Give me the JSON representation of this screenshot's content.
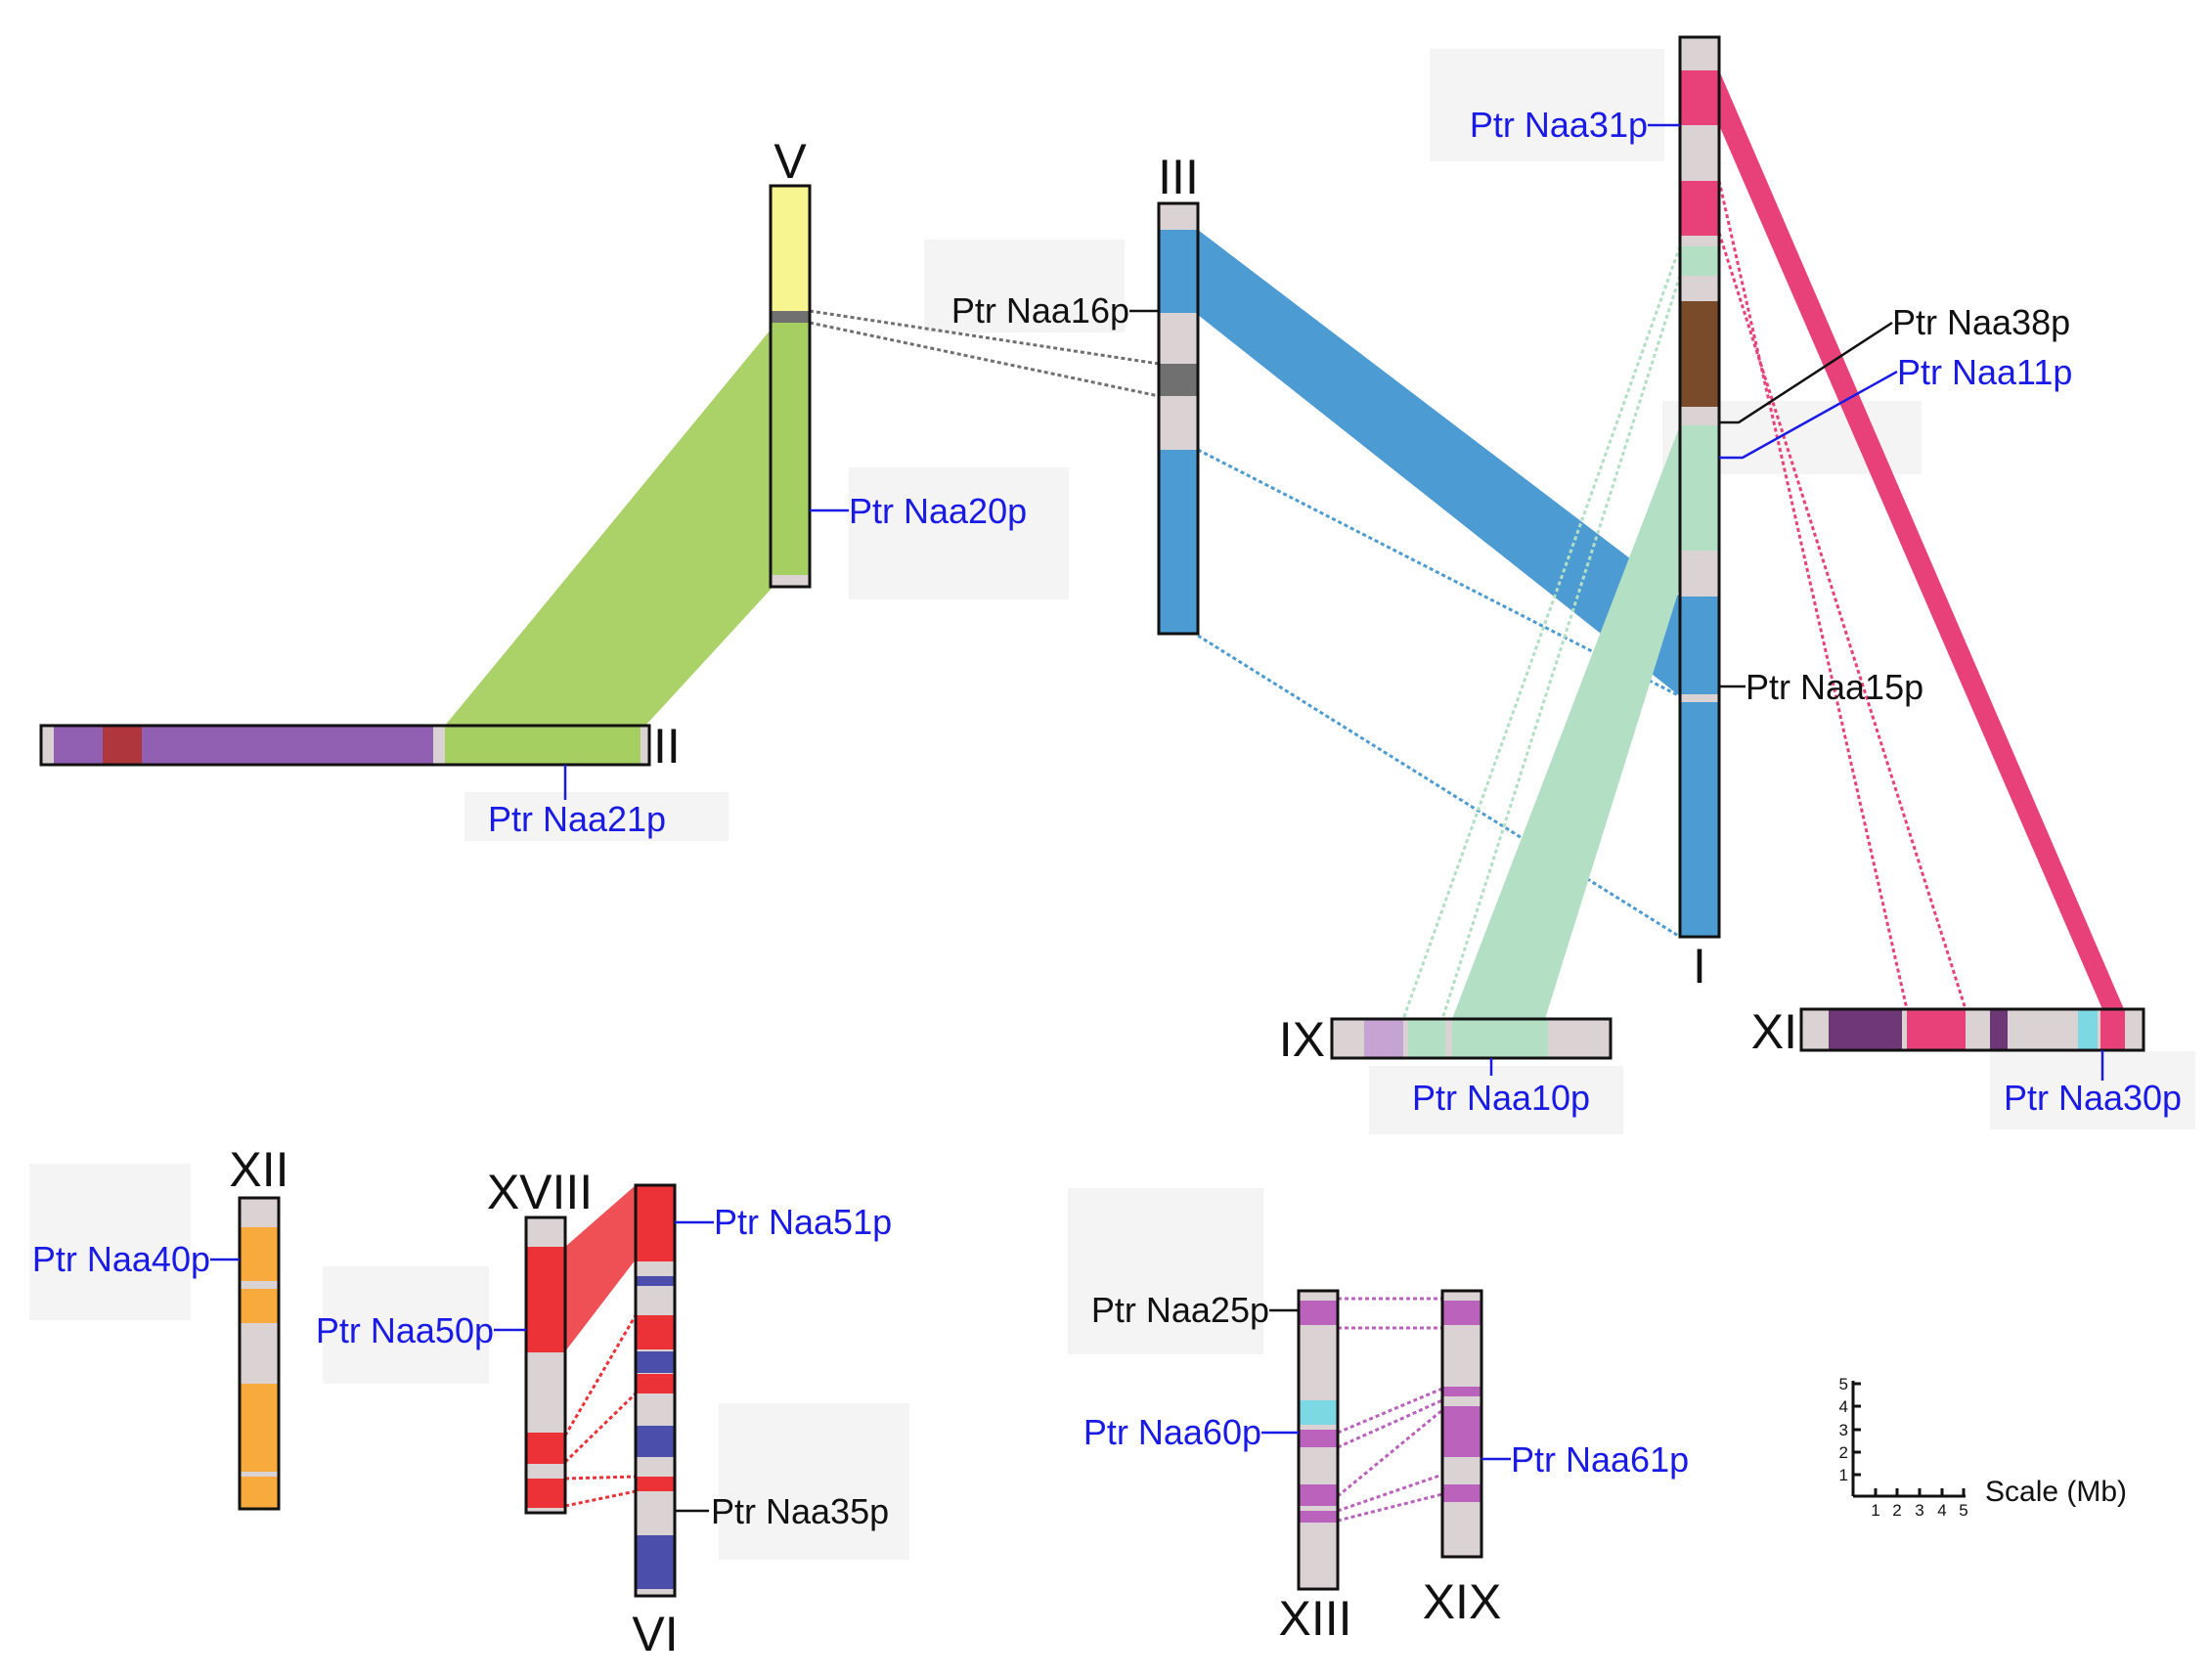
{
  "colors": {
    "outline": "#111111",
    "base": "#dbd3d3",
    "green": "#a6cf61",
    "yellow": "#f6f58f",
    "blue": "#4d9bd3",
    "dark_gray": "#707070",
    "pink": "#e8417a",
    "mint": "#b3dfc4",
    "brown": "#7a4b2a",
    "purple": "#9260b3",
    "dark_red": "#b0363e",
    "lavender": "#c5a3d2",
    "dark_purple": "#6e3775",
    "cyan": "#7cd8e2",
    "orange": "#f9aa3c",
    "red": "#ec3137",
    "navy": "#4b4eaa",
    "magenta": "#bb62bc",
    "label_blue": "#1a1ae6",
    "label_black": "#111111"
  },
  "chromosomes": [
    {
      "id": "I",
      "label": "I"
    },
    {
      "id": "II",
      "label": "II"
    },
    {
      "id": "III",
      "label": "III"
    },
    {
      "id": "V",
      "label": "V"
    },
    {
      "id": "VI",
      "label": "VI"
    },
    {
      "id": "IX",
      "label": "IX"
    },
    {
      "id": "XI",
      "label": "XI"
    },
    {
      "id": "XII",
      "label": "XII"
    },
    {
      "id": "XIII",
      "label": "XIII"
    },
    {
      "id": "XVIII",
      "label": "XVIII"
    },
    {
      "id": "XIX",
      "label": "XIX"
    }
  ],
  "genes": [
    {
      "id": "naa31",
      "label": "Ptr Naa31p",
      "color": "blue"
    },
    {
      "id": "naa16",
      "label": "Ptr Naa16p",
      "color": "black"
    },
    {
      "id": "naa38",
      "label": "Ptr Naa38p",
      "color": "black"
    },
    {
      "id": "naa11",
      "label": "Ptr Naa11p",
      "color": "blue"
    },
    {
      "id": "naa20",
      "label": "Ptr Naa20p",
      "color": "blue"
    },
    {
      "id": "naa15",
      "label": "Ptr Naa15p",
      "color": "black"
    },
    {
      "id": "naa21",
      "label": "Ptr Naa21p",
      "color": "blue"
    },
    {
      "id": "naa10",
      "label": "Ptr Naa10p",
      "color": "blue"
    },
    {
      "id": "naa30",
      "label": "Ptr Naa30p",
      "color": "blue"
    },
    {
      "id": "naa40",
      "label": "Ptr Naa40p",
      "color": "blue"
    },
    {
      "id": "naa50",
      "label": "Ptr Naa50p",
      "color": "blue"
    },
    {
      "id": "naa51",
      "label": "Ptr Naa51p",
      "color": "blue"
    },
    {
      "id": "naa35",
      "label": "Ptr Naa35p",
      "color": "black"
    },
    {
      "id": "naa25",
      "label": "Ptr Naa25p",
      "color": "black"
    },
    {
      "id": "naa60",
      "label": "Ptr Naa60p",
      "color": "blue"
    },
    {
      "id": "naa61",
      "label": "Ptr Naa61p",
      "color": "blue"
    }
  ],
  "scale": {
    "label": "Scale (Mb)",
    "ticks": [
      "1",
      "2",
      "3",
      "4",
      "5"
    ]
  }
}
